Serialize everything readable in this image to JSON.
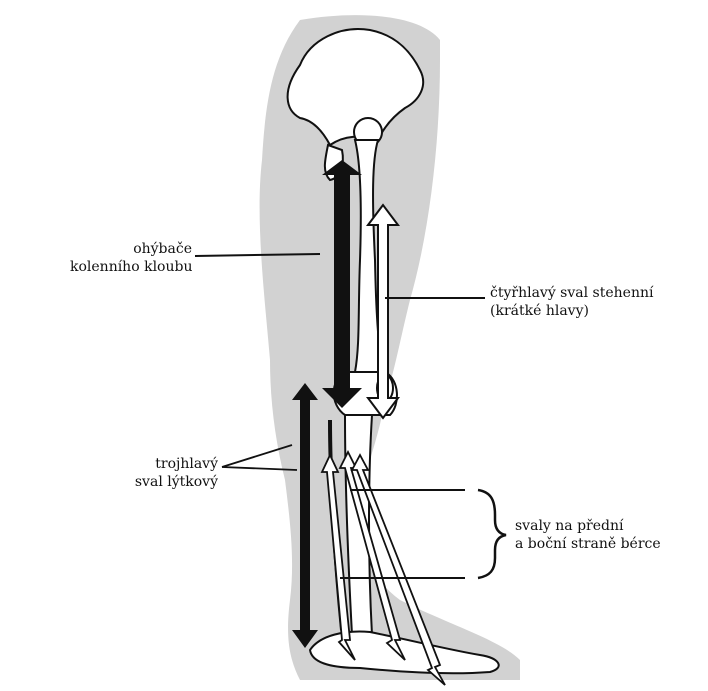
{
  "labels": {
    "flexors": [
      "ohýbače",
      "kolenního kloubu"
    ],
    "quadriceps": [
      "čtyřhlavý sval stehenní",
      "(krátké hlavy)"
    ],
    "triceps_surae": [
      "trojhlavý",
      "sval lýtkový"
    ],
    "shin_muscles": [
      "svaly na přední",
      "a boční straně bérce"
    ]
  }
}
